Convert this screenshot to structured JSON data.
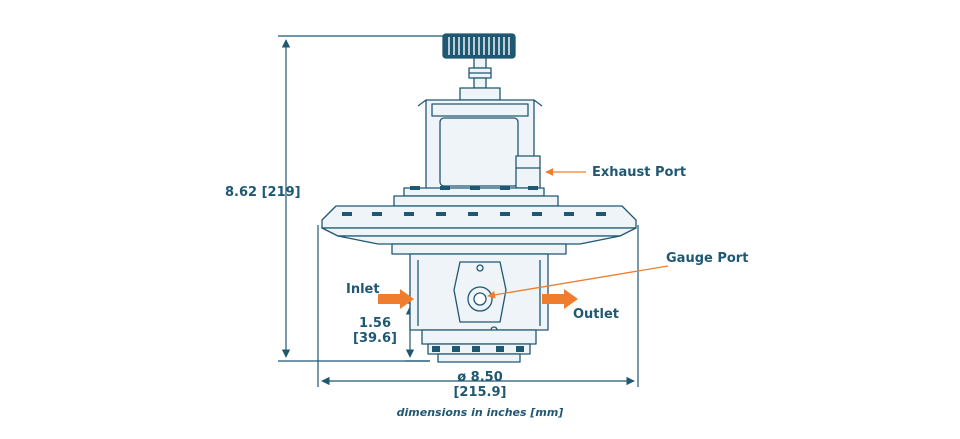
{
  "dimensions": {
    "height_overall": "8.62 [219]",
    "inlet_height_in": "1.56",
    "inlet_height_mm": "[39.6]",
    "diameter_in": "ø  8.50",
    "diameter_mm": "[215.9]"
  },
  "callouts": {
    "exhaust_port": "Exhaust Port",
    "gauge_port": "Gauge Port",
    "inlet": "Inlet",
    "outlet": "Outlet"
  },
  "caption": "dimensions in inches [mm]",
  "colors": {
    "line": "#1f5873",
    "body_fill": "#eef4f7",
    "dark_fill": "#1f5873",
    "arrow": "#f07d2d"
  }
}
